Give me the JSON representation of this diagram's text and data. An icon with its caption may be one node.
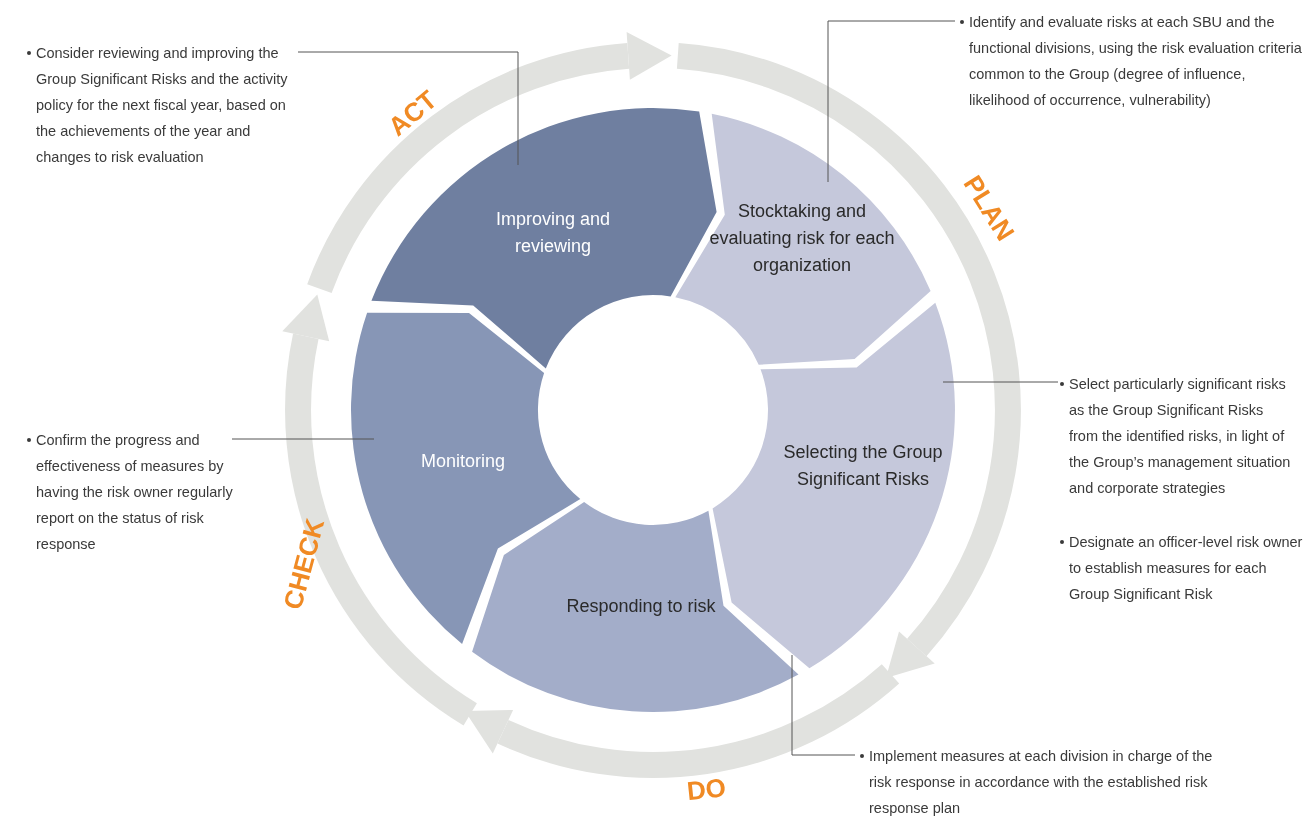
{
  "diagram": {
    "nodes": [
      {
        "text": [
          "Stocktaking and evaluating risk for each organization"
        ]
      },
      {
        "text": [
          "Selecting the Group Significant Risks"
        ]
      },
      {
        "text": [
          "Responding to risk"
        ]
      },
      {
        "text": [
          "Monitoring"
        ]
      },
      {
        "text": [
          "Improving and reviewing"
        ]
      },
      {
        "text": [
          "Identify and evaluate risks at each SBU and the functional divisions, using the risk evaluation criteria common to the Group (degree of influence, likelihood of occurrence, vulnerability)"
        ]
      },
      {
        "text": [
          "Select particularly significant risks as the Group Significant Risks from the identified risks, in light of the Group’s management situation and corporate strategies",
          "Designate an officer-level risk owner to establish measures for each Group Significant Risk"
        ]
      },
      {
        "text": [
          "Implement measures at each division in charge of the risk response in accordance with the established risk response plan"
        ]
      },
      {
        "text": [
          "Confirm the progress and effectiveness of measures by having the risk owner regularly report on the status of risk response"
        ]
      },
      {
        "text": [
          "Consider reviewing and improving the Group Significant Risks and the activity policy for the next fiscal year, based on the achievements of the year and changes to risk evaluation"
        ]
      }
    ],
    "edges": [
      {
        "from": 5,
        "to": 0,
        "arrow": "none"
      },
      {
        "from": 6,
        "to": 1,
        "arrow": "none"
      },
      {
        "from": 7,
        "to": 2,
        "arrow": "none"
      },
      {
        "from": 8,
        "to": 3,
        "arrow": "none"
      },
      {
        "from": 9,
        "to": 4,
        "arrow": "none"
      }
    ],
    "labels": [
      "ACT",
      "PLAN",
      "CHECK",
      "DO"
    ]
  }
}
